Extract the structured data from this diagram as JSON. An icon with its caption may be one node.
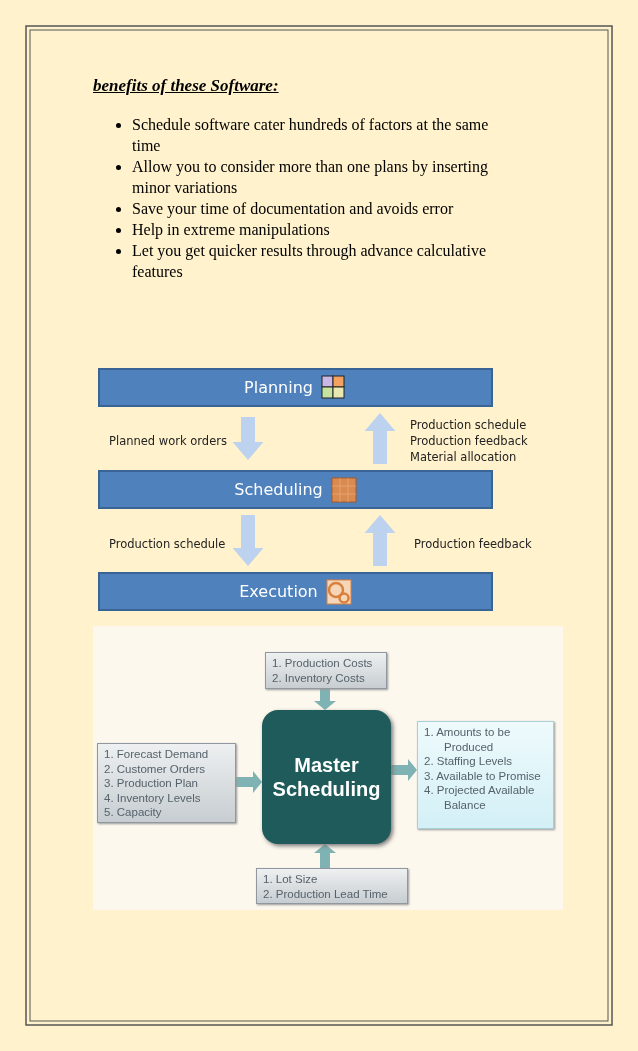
{
  "diagram": {
    "title": "benefits of these Software:",
    "nodes": [
      {
        "text": [
          "Planning"
        ]
      },
      {
        "text": [
          "Scheduling"
        ]
      },
      {
        "text": [
          "Execution"
        ]
      },
      {
        "text": [
          "1. Production Costs",
          "2. Inventory Costs"
        ]
      },
      {
        "text": [
          "1. Forecast Demand",
          "2. Customer Orders",
          "3. Production Plan",
          "4. Inventory Levels",
          "5. Capacity"
        ]
      },
      {
        "text": [
          "Master Scheduling"
        ]
      },
      {
        "text": [
          "1. Amounts to be Produced",
          "2. Staffing Levels",
          "3. Available to Promise",
          "4. Projected Available Balance"
        ]
      },
      {
        "text": [
          "1. Lot Size",
          "2. Production Lead Time"
        ]
      }
    ],
    "edges": [
      {
        "from": 0,
        "to": 1,
        "arrow": "to",
        "label": "Planned work orders"
      },
      {
        "from": 1,
        "to": 0,
        "arrow": "to",
        "label": "Production schedule Production feedback Material allocation"
      },
      {
        "from": 1,
        "to": 2,
        "arrow": "to",
        "label": "Production schedule"
      },
      {
        "from": 2,
        "to": 1,
        "arrow": "to",
        "label": "Production feedback"
      },
      {
        "from": 3,
        "to": 5,
        "arrow": "to",
        "color": "#7fb3b3"
      },
      {
        "from": 4,
        "to": 5,
        "arrow": "to",
        "color": "#7fb3b3"
      },
      {
        "from": 5,
        "to": 6,
        "arrow": "to",
        "color": "#7fb3b3"
      },
      {
        "from": 7,
        "to": 5,
        "arrow": "to",
        "color": "#7fb3b3"
      }
    ],
    "labels": [
      "Schedule software cater hundreds of factors at the same time",
      "Allow you to consider more than one plans by inserting minor variations",
      "Save your time of documentation and avoids error",
      "Help in extreme manipulations",
      "Let you get quicker results through advance calculative features"
    ]
  }
}
